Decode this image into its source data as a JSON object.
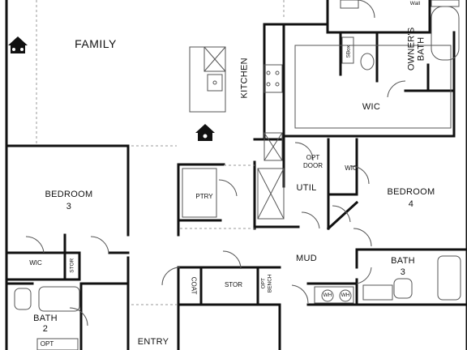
{
  "rooms": {
    "family": "FAMILY",
    "kitchen": "KITCHEN",
    "owners_bath_line1": "OWNER'S",
    "owners_bath_line2": "BATH",
    "owners_wic": "WIC",
    "wall": "Wall",
    "sbox": "SBox",
    "opt_door_line1": "OPT",
    "opt_door_line2": "DOOR",
    "util": "UTIL",
    "wic_center": "WIC",
    "bedroom3_line1": "BEDROOM",
    "bedroom3_line2": "3",
    "bedroom4_line1": "BEDROOM",
    "bedroom4_line2": "4",
    "ptry": "PTRY",
    "mud": "MUD",
    "bath3_line1": "BATH",
    "bath3_line2": "3",
    "wic_left": "WIC",
    "stor_left": "STOR",
    "coat": "COAT",
    "stor_mid": "STOR",
    "opt_bench_line1": "OPT",
    "opt_bench_line2": "BENCH",
    "wh1": "WH",
    "wh2": "WH",
    "bath2_line1": "BATH",
    "bath2_line2": "2",
    "opt_bottom": "OPT",
    "entry": "ENTRY"
  },
  "icons": [
    "smart-home-icon",
    "smart-home-icon"
  ],
  "colors": {
    "wall": "#111111",
    "fixture": "#555555",
    "dash": "#999999"
  }
}
